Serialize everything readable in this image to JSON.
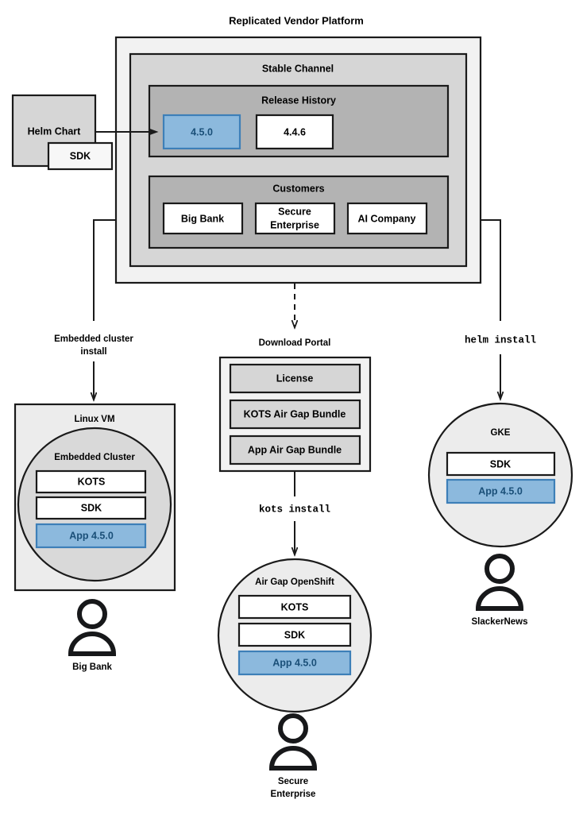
{
  "diagram": {
    "title": "Replicated Vendor Platform",
    "platform": {
      "channel": {
        "title": "Stable Channel",
        "release_history": {
          "title": "Release History",
          "releases": [
            {
              "version": "4.5.0",
              "highlighted": true
            },
            {
              "version": "4.4.6",
              "highlighted": false
            }
          ]
        },
        "customers": {
          "title": "Customers",
          "items": [
            {
              "name": "Big Bank"
            },
            {
              "name": "Secure",
              "name2": "Enterprise"
            },
            {
              "name": "AI Company"
            }
          ]
        }
      }
    },
    "source": {
      "label": "Helm Chart",
      "nested_label": "SDK"
    },
    "edges": {
      "embedded_install_line1": "Embedded cluster",
      "embedded_install_line2": "install",
      "download_portal_label": "Download Portal",
      "kots_install": "kots install",
      "helm_install": "helm install"
    },
    "download_portal": {
      "items": [
        {
          "label": "License"
        },
        {
          "label": "KOTS Air Gap Bundle"
        },
        {
          "label": "App Air Gap Bundle"
        }
      ]
    },
    "targets": [
      {
        "id": "linux-vm",
        "outer_label": "Linux VM",
        "inner_label": "Embedded Cluster",
        "components": [
          {
            "label": "KOTS",
            "highlighted": false
          },
          {
            "label": "SDK",
            "highlighted": false
          },
          {
            "label": "App 4.5.0",
            "highlighted": true
          }
        ],
        "customer": "Big Bank"
      },
      {
        "id": "airgap-openshift",
        "inner_label": "Air Gap OpenShift",
        "components": [
          {
            "label": "KOTS",
            "highlighted": false
          },
          {
            "label": "SDK",
            "highlighted": false
          },
          {
            "label": "App 4.5.0",
            "highlighted": true
          }
        ],
        "customer_line1": "Secure",
        "customer_line2": "Enterprise"
      },
      {
        "id": "gke",
        "inner_label": "GKE",
        "components": [
          {
            "label": "SDK",
            "highlighted": false
          },
          {
            "label": "App 4.5.0",
            "highlighted": true
          }
        ],
        "customer": "SlackerNews"
      }
    ],
    "colors": {
      "highlight_fill": "#8cb9dd",
      "highlight_stroke": "#3d7fb8",
      "highlight_text": "#1a4f78",
      "outer_panel": "#f2f2f2",
      "channel_panel": "#d6d6d6",
      "inner_panel": "#b3b3b3",
      "node_fill": "#ececec",
      "circle_fill": "#d9d9d9",
      "bundle_fill": "#d6d6d6",
      "line": "#1a1a1a"
    }
  }
}
